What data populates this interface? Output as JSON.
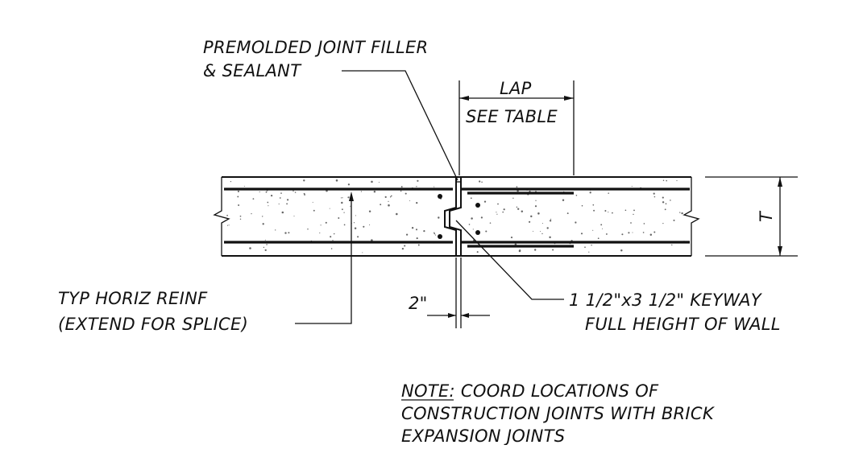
{
  "labels": {
    "filler_line1": "PREMOLDED JOINT FILLER",
    "filler_line2": "& SEALANT",
    "lap_line1": "LAP",
    "lap_line2": "SEE TABLE",
    "thickness": "T",
    "reinf_line1": "TYP HORIZ REINF",
    "reinf_line2": "(EXTEND FOR SPLICE)",
    "gap_dim": "2\"",
    "keyway_line1": "1 1/2\"x3 1/2\" KEYWAY",
    "keyway_line2": "FULL HEIGHT OF WALL",
    "note_label": "NOTE:",
    "note_line1_rest": " COORD LOCATIONS OF",
    "note_line2": "CONSTRUCTION JOINTS WITH BRICK",
    "note_line3": "EXPANSION JOINTS"
  },
  "colors": {
    "ink": "#111111",
    "paper": "#ffffff"
  }
}
